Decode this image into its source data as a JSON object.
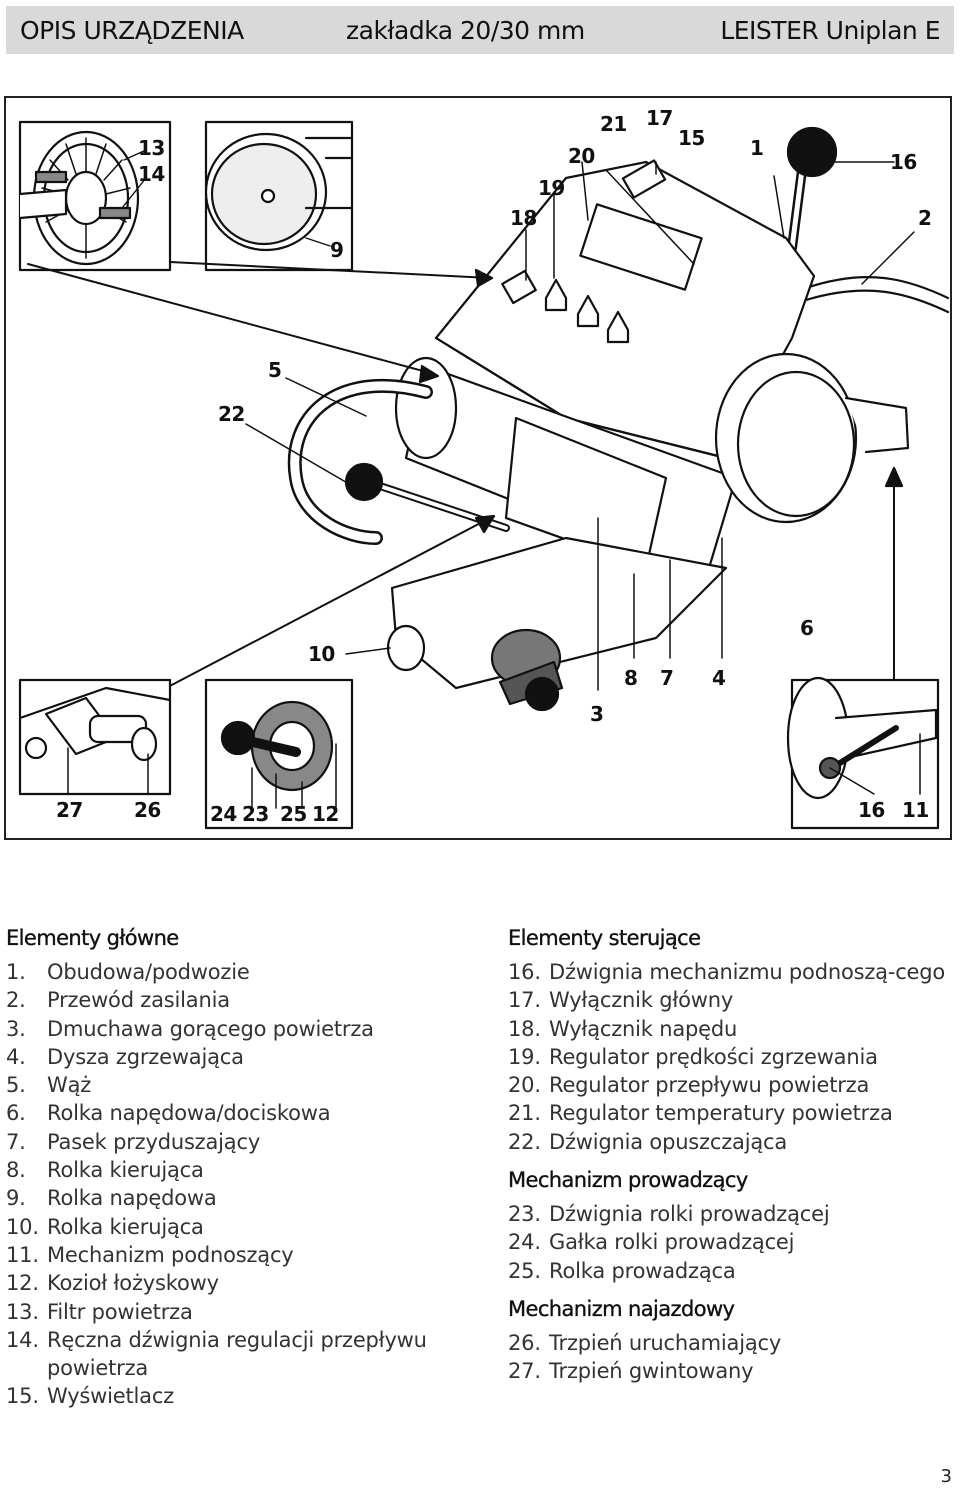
{
  "header": {
    "left": "OPIS URZĄDZENIA",
    "middle": "zakładka 20/30 mm",
    "right": "LEISTER Uniplan E"
  },
  "figure": {
    "callouts": {
      "c13": "13",
      "c14": "14",
      "c9": "9",
      "c18": "18",
      "c19": "19",
      "c20": "20",
      "c21": "21",
      "c17": "17",
      "c15": "15",
      "c1": "1",
      "c16a": "16",
      "c2": "2",
      "c5": "5",
      "c22": "22",
      "c6": "6",
      "c10": "10",
      "c8": "8",
      "c7": "7",
      "c4": "4",
      "c3": "3",
      "c27": "27",
      "c26": "26",
      "c24": "24",
      "c23": "23",
      "c25": "25",
      "c12": "12",
      "c16b": "16",
      "c11": "11"
    }
  },
  "sections": {
    "main": {
      "title": "Elementy główne",
      "items": [
        {
          "num": "1.",
          "text": "Obudowa/podwozie"
        },
        {
          "num": "2.",
          "text": "Przewód zasilania"
        },
        {
          "num": "3.",
          "text": "Dmuchawa gorącego powietrza"
        },
        {
          "num": "4.",
          "text": "Dysza zgrzewająca"
        },
        {
          "num": "5.",
          "text": "Wąż"
        },
        {
          "num": "6.",
          "text": "Rolka napędowa/dociskowa"
        },
        {
          "num": "7.",
          "text": "Pasek przyduszający"
        },
        {
          "num": "8.",
          "text": "Rolka kierująca"
        },
        {
          "num": "9.",
          "text": "Rolka napędowa"
        },
        {
          "num": "10.",
          "text": "Rolka kierująca"
        },
        {
          "num": "11.",
          "text": "Mechanizm podnoszący"
        },
        {
          "num": "12.",
          "text": "Kozioł łożyskowy"
        },
        {
          "num": "13.",
          "text": "Filtr powietrza"
        },
        {
          "num": "14.",
          "text": "Ręczna dźwignia regulacji przepływu powietrza"
        },
        {
          "num": "15.",
          "text": "Wyświetlacz"
        }
      ]
    },
    "controls": {
      "title": "Elementy sterujące",
      "items": [
        {
          "num": "16.",
          "text": "Dźwignia mechanizmu podnoszą-cego"
        },
        {
          "num": "17.",
          "text": "Wyłącznik główny"
        },
        {
          "num": "18.",
          "text": "Wyłącznik napędu"
        },
        {
          "num": "19.",
          "text": "Regulator prędkości zgrzewania"
        },
        {
          "num": "20.",
          "text": "Regulator przepływu powietrza"
        },
        {
          "num": "21.",
          "text": "Regulator temperatury powietrza"
        },
        {
          "num": "22.",
          "text": "Dźwignia opuszczająca"
        }
      ]
    },
    "guide": {
      "title": "Mechanizm prowadzący",
      "items": [
        {
          "num": "23.",
          "text": "Dźwignia rolki prowadzącej"
        },
        {
          "num": "24.",
          "text": "Gałka rolki prowadzącej"
        },
        {
          "num": "25.",
          "text": "Rolka prowadząca"
        }
      ]
    },
    "ramp": {
      "title": "Mechanizm najazdowy",
      "items": [
        {
          "num": "26.",
          "text": "Trzpień uruchamiający"
        },
        {
          "num": "27.",
          "text": "Trzpień gwintowany"
        }
      ]
    }
  },
  "page_number": "3"
}
